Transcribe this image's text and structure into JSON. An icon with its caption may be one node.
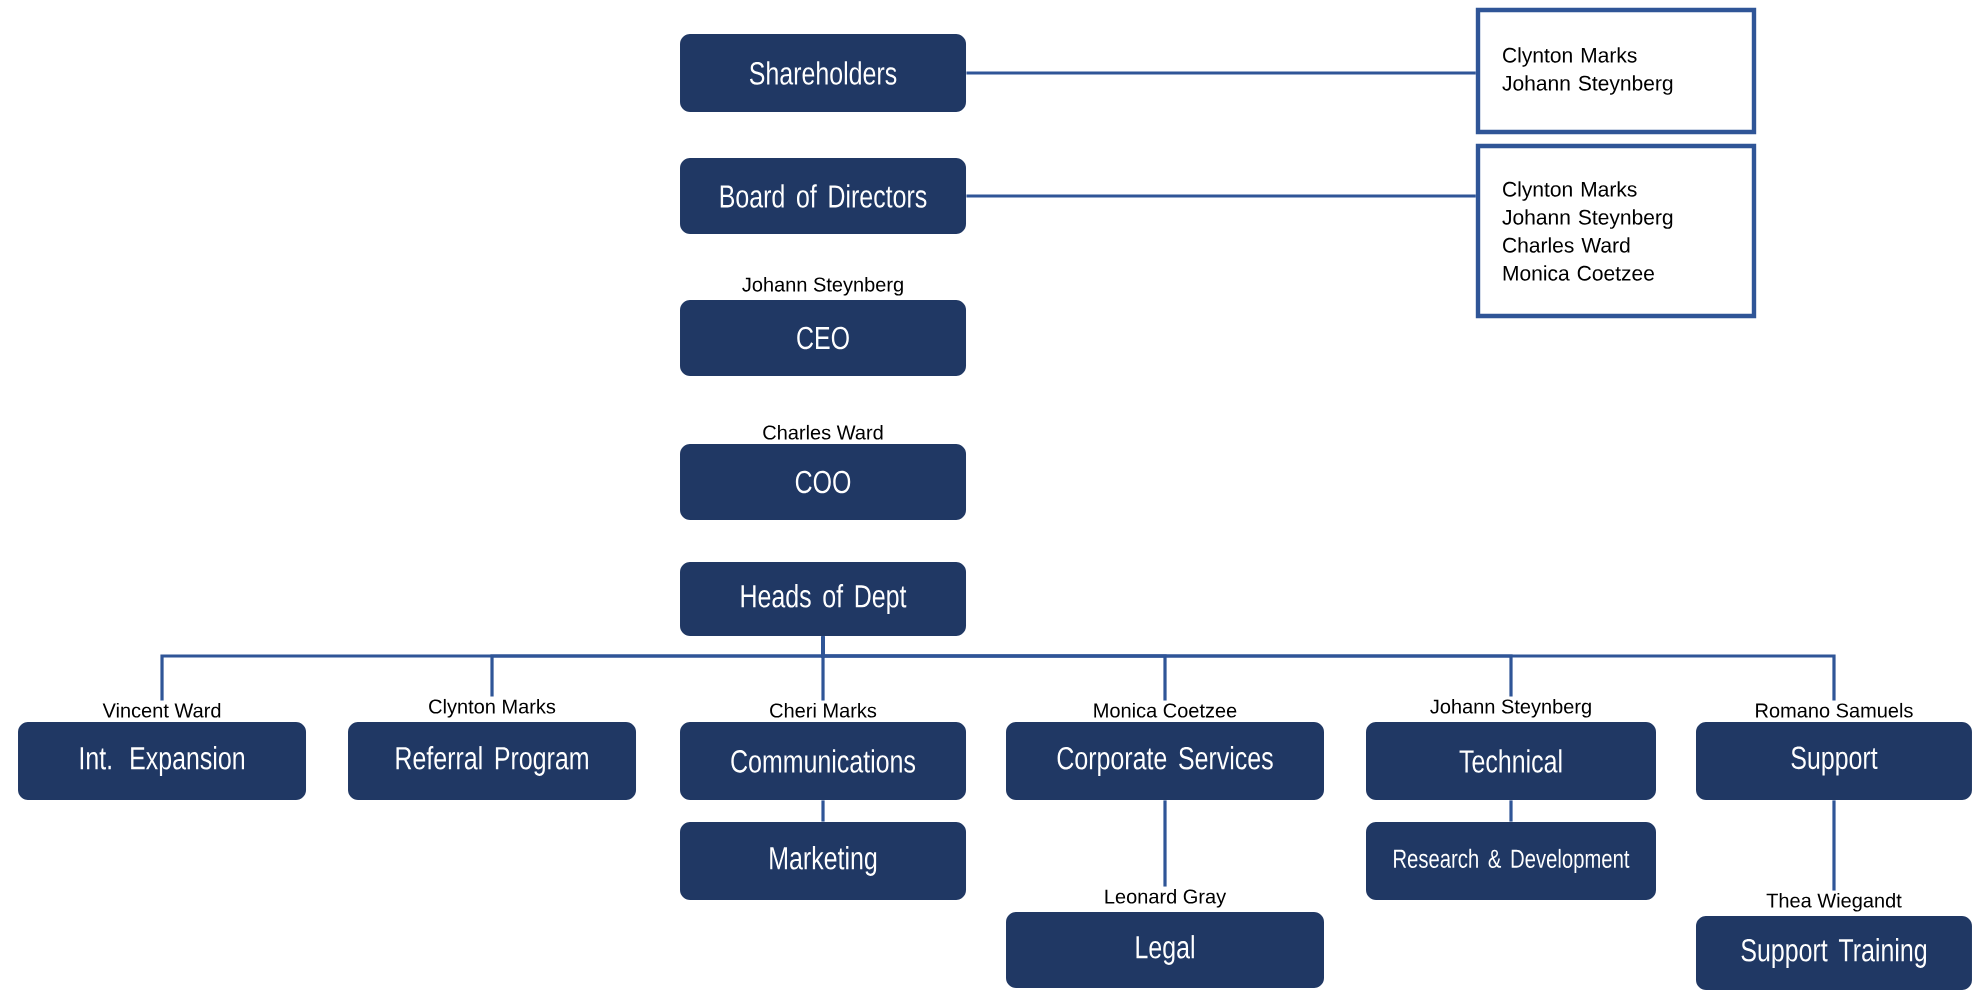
{
  "diagram": {
    "nodes": [
      {
        "text": [
          "Shareholders"
        ]
      },
      {
        "text": [
          "Clynton Marks",
          "Johann Steynberg"
        ]
      },
      {
        "text": [
          "Board of Directors"
        ]
      },
      {
        "text": [
          "Clynton Marks",
          "Johann Steynberg",
          "Charles Ward",
          "Monica Coetzee"
        ]
      },
      {
        "text": [
          "CEO"
        ],
        "beside": [
          "Johann Steynberg"
        ]
      },
      {
        "text": [
          "COO"
        ],
        "beside": [
          "Charles Ward"
        ]
      },
      {
        "text": [
          "Heads of Dept"
        ]
      },
      {
        "text": [
          "Int. Expansion"
        ],
        "beside": [
          "Vincent Ward"
        ]
      },
      {
        "text": [
          "Referral Program"
        ],
        "beside": [
          "Clynton Marks"
        ]
      },
      {
        "text": [
          "Communications"
        ],
        "beside": [
          "Cheri Marks"
        ]
      },
      {
        "text": [
          "Marketing"
        ]
      },
      {
        "text": [
          "Corporate Services"
        ],
        "beside": [
          "Monica Coetzee"
        ]
      },
      {
        "text": [
          "Legal"
        ],
        "beside": [
          "Leonard Gray"
        ]
      },
      {
        "text": [
          "Technical"
        ],
        "beside": [
          "Johann Steynberg"
        ]
      },
      {
        "text": [
          "Research & Development"
        ]
      },
      {
        "text": [
          "Support"
        ],
        "beside": [
          "Romano Samuels"
        ]
      },
      {
        "text": [
          "Support Training"
        ],
        "beside": [
          "Thea Wiegandt"
        ]
      }
    ],
    "edges": [
      {
        "from": 0,
        "to": 1,
        "arrow": "none"
      },
      {
        "from": 2,
        "to": 3,
        "arrow": "none"
      },
      {
        "from": 6,
        "to": 7,
        "arrow": "none"
      },
      {
        "from": 6,
        "to": 8,
        "arrow": "none"
      },
      {
        "from": 6,
        "to": 9,
        "arrow": "none"
      },
      {
        "from": 6,
        "to": 11,
        "arrow": "none"
      },
      {
        "from": 6,
        "to": 13,
        "arrow": "none"
      },
      {
        "from": 6,
        "to": 15,
        "arrow": "none"
      },
      {
        "from": 9,
        "to": 10,
        "arrow": "none"
      },
      {
        "from": 11,
        "to": 12,
        "arrow": "none"
      },
      {
        "from": 13,
        "to": 14,
        "arrow": "none"
      },
      {
        "from": 15,
        "to": 16,
        "arrow": "none"
      }
    ]
  }
}
